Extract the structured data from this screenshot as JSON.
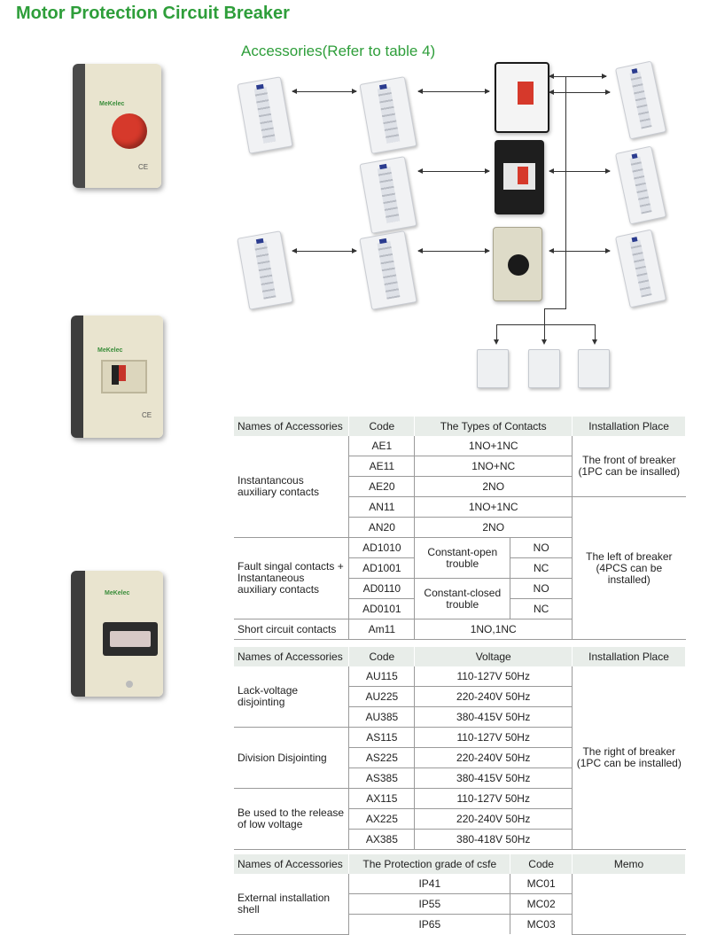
{
  "page_title": "Motor Protection Circuit Breaker",
  "accessories_title": "Accessories(Refer to table 4)",
  "enclosure_logo": "MeKelec",
  "ce_mark": "CE",
  "table1": {
    "headers": [
      "Names of Accessories",
      "Code",
      "The Types of Contacts",
      "Installation Place"
    ],
    "group1_name": "Instantancous auxiliary contacts",
    "group1_rows": [
      {
        "code": "AE1",
        "contacts": "1NO+1NC"
      },
      {
        "code": "AE11",
        "contacts": "1NO+NC"
      },
      {
        "code": "AE20",
        "contacts": "2NO"
      },
      {
        "code": "AN11",
        "contacts": "1NO+1NC"
      },
      {
        "code": "AN20",
        "contacts": "2NO"
      }
    ],
    "place_front": "The front of breaker (1PC can be insalled)",
    "group2_name": "Fault singal contacts + Instantaneous auxiliary contacts",
    "group2_rows": [
      {
        "code": "AD1010",
        "contact": "NO"
      },
      {
        "code": "AD1001",
        "contact": "NC"
      },
      {
        "code": "AD0110",
        "contact": "NO"
      },
      {
        "code": "AD0101",
        "contact": "NC"
      }
    ],
    "constant_open": "Constant-open trouble",
    "constant_closed": "Constant-closed trouble",
    "place_left": "The left of breaker (4PCS can be installed)",
    "group3_name": "Short circuit contacts",
    "group3_code": "Am11",
    "group3_contacts": "1NO,1NC"
  },
  "table2": {
    "headers": [
      "Names of Accessories",
      "Code",
      "Voltage",
      "Installation Place"
    ],
    "groups": [
      {
        "name": "Lack-voltage disjointing",
        "rows": [
          {
            "code": "AU115",
            "voltage": "110-127V 50Hz"
          },
          {
            "code": "AU225",
            "voltage": "220-240V 50Hz"
          },
          {
            "code": "AU385",
            "voltage": "380-415V 50Hz"
          }
        ]
      },
      {
        "name": "Division Disjointing",
        "rows": [
          {
            "code": "AS115",
            "voltage": "110-127V 50Hz"
          },
          {
            "code": "AS225",
            "voltage": "220-240V 50Hz"
          },
          {
            "code": "AS385",
            "voltage": "380-415V 50Hz"
          }
        ]
      },
      {
        "name": "Be used to the release of low voltage",
        "rows": [
          {
            "code": "AX115",
            "voltage": "110-127V 50Hz"
          },
          {
            "code": "AX225",
            "voltage": "220-240V 50Hz"
          },
          {
            "code": "AX385",
            "voltage": "380-418V 50Hz"
          }
        ]
      }
    ],
    "place": "The right of breaker (1PC can be installed)"
  },
  "table3": {
    "headers": [
      "Names of Accessories",
      "The Protection grade of csfe",
      "Code",
      "Memo"
    ],
    "name": "External installation shell",
    "rows": [
      {
        "grade": "IP41",
        "code": "MC01"
      },
      {
        "grade": "IP55",
        "code": "MC02"
      },
      {
        "grade": "IP65",
        "code": "MC03"
      }
    ]
  },
  "colors": {
    "title_green": "#2e9e3a",
    "header_bg": "#e8ede9",
    "enclosure_cream": "#e9e4cf",
    "knob_red": "#d6392b"
  }
}
